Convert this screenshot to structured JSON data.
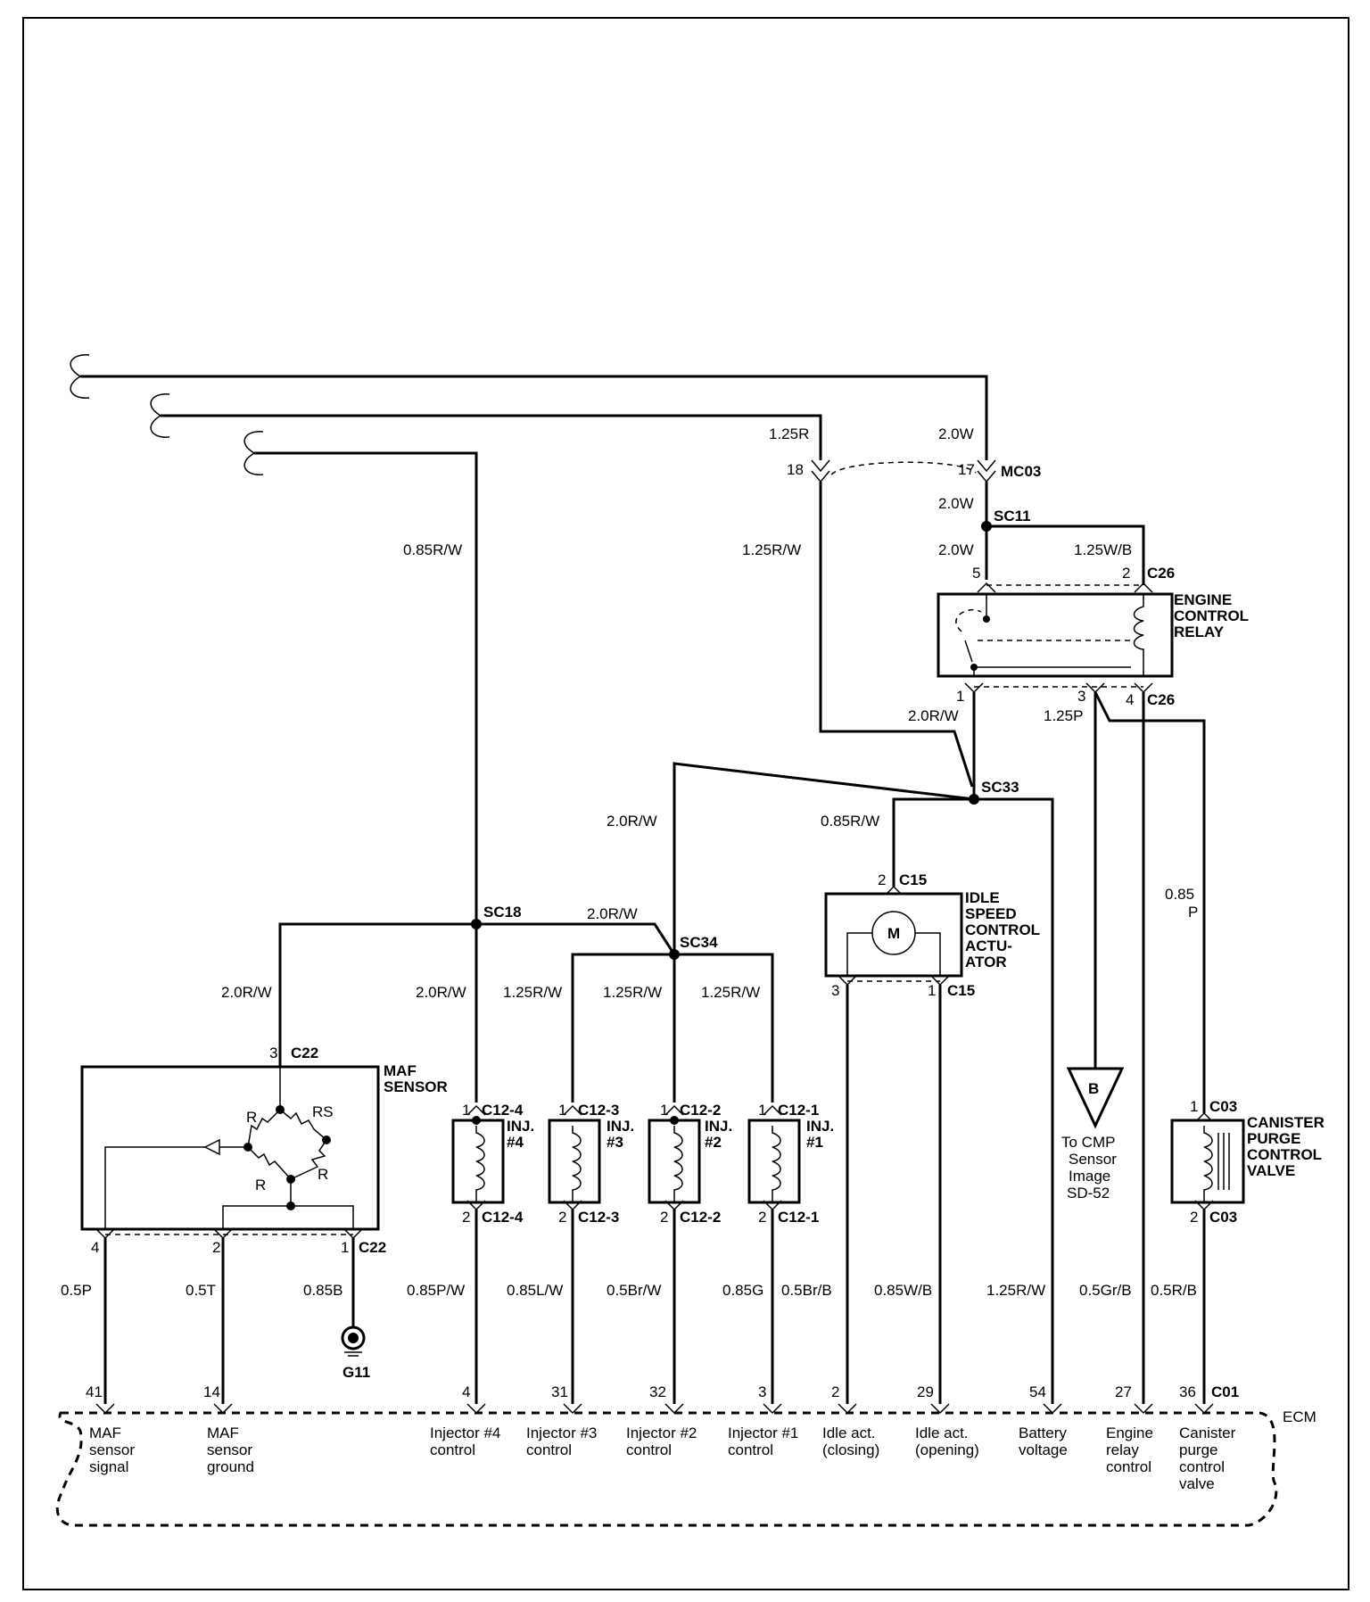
{
  "connectors": {
    "mc03": "MC03",
    "c26_top": "C26",
    "c26_bottom": "C26",
    "c15_top": "C15",
    "c15_bottom": "C15",
    "c22": "C22",
    "c22_bottom": "C22",
    "c12_4_top": "C12-4",
    "c12_4_bottom": "C12-4",
    "c12_3_top": "C12-3",
    "c12_3_bottom": "C12-3",
    "c12_2_top": "C12-2",
    "c12_2_bottom": "C12-2",
    "c12_1_top": "C12-1",
    "c12_1_bottom": "C12-1",
    "c03_top": "C03",
    "c03_bottom": "C03",
    "c01": "C01"
  },
  "splices": {
    "sc11": "SC11",
    "sc33": "SC33",
    "sc18": "SC18",
    "sc34": "SC34"
  },
  "ground": "G11",
  "wires": {
    "w_125r": "1.25R",
    "w_20w_a": "2.0W",
    "w_20w_b": "2.0W",
    "w_20w_c": "2.0W",
    "w_085rw_long": "0.85R/W",
    "w_125rw_feed": "1.25R/W",
    "w_125wb": "1.25W/B",
    "w_20rw_relay": "2.0R/W",
    "w_125p": "1.25P",
    "w_20rw_sc34": "2.0R/W",
    "w_085rw_isca": "0.85R/W",
    "w_085p": "0.85",
    "w_085p_b": "P",
    "w_20rw_sc18": "2.0R/W",
    "w_20rw_maf": "2.0R/W",
    "w_20rw_inj4": "2.0R/W",
    "w_125rw_inj3": "1.25R/W",
    "w_125rw_inj2": "1.25R/W",
    "w_125rw_inj1": "1.25R/W",
    "w_05p": "0.5P",
    "w_05t": "0.5T",
    "w_085b": "0.85B",
    "w_085pw": "0.85P/W",
    "w_085lw": "0.85L/W",
    "w_05brw": "0.5Br/W",
    "w_085g": "0.85G",
    "w_05brb": "0.5Br/B",
    "w_085wb": "0.85W/B",
    "w_125rw_batt": "1.25R/W",
    "w_05grb": "0.5Gr/B",
    "w_05rb": "0.5R/B"
  },
  "pins": {
    "mc03_18": "18",
    "mc03_17": "17",
    "relay_5": "5",
    "relay_2": "2",
    "relay_1": "1",
    "relay_3": "3",
    "relay_4": "4",
    "isca_2": "2",
    "isca_3": "3",
    "isca_1": "1",
    "maf_3": "3",
    "maf_4": "4",
    "maf_2": "2",
    "maf_1": "1",
    "inj4_1": "1",
    "inj4_2": "2",
    "inj3_1": "1",
    "inj3_2": "2",
    "inj2_1": "1",
    "inj2_2": "2",
    "inj1_1": "1",
    "inj1_2": "2",
    "cpcv_1": "1",
    "cpcv_2": "2",
    "ecm_41": "41",
    "ecm_14": "14",
    "ecm_4": "4",
    "ecm_31": "31",
    "ecm_32": "32",
    "ecm_3": "3",
    "ecm_2": "2",
    "ecm_29": "29",
    "ecm_54": "54",
    "ecm_27": "27",
    "ecm_36": "36"
  },
  "components": {
    "relay": [
      "ENGINE",
      "CONTROL",
      "RELAY"
    ],
    "isca": [
      "IDLE",
      "SPEED",
      "CONTROL",
      "ACTU-",
      "ATOR"
    ],
    "isca_motor": "M",
    "maf": [
      "MAF",
      "SENSOR"
    ],
    "maf_r1": "R",
    "maf_rs": "RS",
    "maf_r2": "R",
    "maf_r3": "R",
    "inj4": [
      "INJ.",
      "#4"
    ],
    "inj3": [
      "INJ.",
      "#3"
    ],
    "inj2": [
      "INJ.",
      "#2"
    ],
    "inj1": [
      "INJ.",
      "#1"
    ],
    "cpcv": [
      "CANISTER",
      "PURGE",
      "CONTROL",
      "VALVE"
    ]
  },
  "offpage": {
    "symbol": "B",
    "note": [
      "To CMP",
      "Sensor",
      "Image",
      "SD-52"
    ]
  },
  "ecm": {
    "label": "ECM",
    "terminals": [
      [
        "MAF",
        "sensor",
        "signal"
      ],
      [
        "MAF",
        "sensor",
        "ground"
      ],
      [
        "Injector #4",
        "control"
      ],
      [
        "Injector #3",
        "control"
      ],
      [
        "Injector #2",
        "control"
      ],
      [
        "Injector #1",
        "control"
      ],
      [
        "Idle act.",
        "(closing)"
      ],
      [
        "Idle act.",
        "(opening)"
      ],
      [
        "Battery",
        "voltage"
      ],
      [
        "Engine",
        "relay",
        "control"
      ],
      [
        "Canister",
        "purge",
        "control",
        "valve"
      ]
    ]
  }
}
